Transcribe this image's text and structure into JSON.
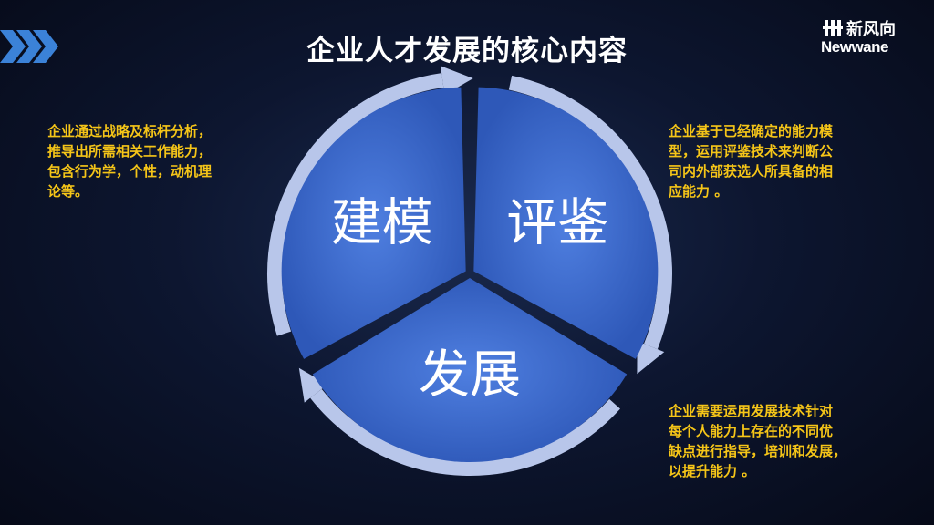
{
  "title": "企业人才发展的核心内容",
  "logo": {
    "cn": "新风向",
    "en": "Newwane"
  },
  "segments": [
    {
      "label": "建模",
      "color": "#3e6fd0"
    },
    {
      "label": "评鉴",
      "color": "#3e6fd0"
    },
    {
      "label": "发展",
      "color": "#3e6fd0"
    }
  ],
  "notes": {
    "modeling": [
      "企业通过战略及标杆分析，",
      "推导出所需相关工作能力，",
      "包含行为学，个性，动机理",
      "论等。"
    ],
    "evaluation": [
      "企业基于已经确定的能力模",
      "型，运用评鉴技术来判断公",
      "司内外部获选人所具备的相",
      "应能力 。"
    ],
    "development": [
      "企业需要运用发展技术针对",
      "每个人能力上存在的不同优",
      "缺点进行指导，培训和发展，",
      "以提升能力 。"
    ]
  },
  "colors": {
    "accent": "#f5c518",
    "segment": "#3e6fd0",
    "arrow": "#b8c6ea",
    "chevron": "#3b82d8"
  },
  "icons": [
    "chevron-right-icon",
    "cycle-arrow-icon",
    "newwane-logo-icon"
  ]
}
